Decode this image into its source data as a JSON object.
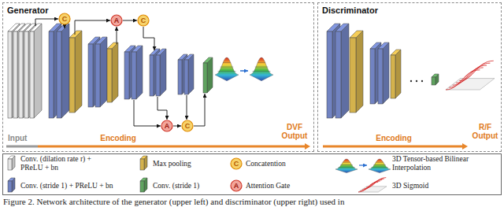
{
  "diagram": {
    "caption": "Figure 2. Network architecture of the generator (upper left) and discriminator (upper right) used in",
    "nodes": [
      {
        "text": [
          "Generator"
        ]
      },
      {
        "text": [
          "C"
        ],
        "in": 0
      },
      {
        "text": [
          "A"
        ],
        "in": 0
      },
      {
        "text": [
          "C"
        ],
        "in": 0
      },
      {
        "text": [
          "A"
        ],
        "in": 0
      },
      {
        "text": [
          "C"
        ],
        "in": 0
      },
      {
        "text": [
          "Discriminator"
        ]
      }
    ],
    "edges": [
      {
        "from": 2,
        "to": 3,
        "arrow": "to"
      },
      {
        "from": 4,
        "to": 5,
        "arrow": "to"
      }
    ],
    "labels": [
      "Input",
      "Encoding",
      "DVF Output",
      "Encoding",
      "R/F Output",
      "C",
      "A"
    ],
    "legend": [
      {
        "text": "Conv. (dilation rate r) + PReLU + bn",
        "color": "#e6e6e6"
      },
      {
        "text": "Conv. (stride 1) + PReLU + bn",
        "color": "#7183c2"
      },
      {
        "text": "Max pooling",
        "color": "#d4b24c"
      },
      {
        "text": "Concatention"
      },
      {
        "text": "Attention Gate"
      },
      {
        "text": "Conv. (stride 1)",
        "color": "#5fa35f"
      },
      {
        "text": "3D Tensor-based Bilinear Interpolation"
      },
      {
        "text": "3D Sigmoid"
      }
    ]
  }
}
